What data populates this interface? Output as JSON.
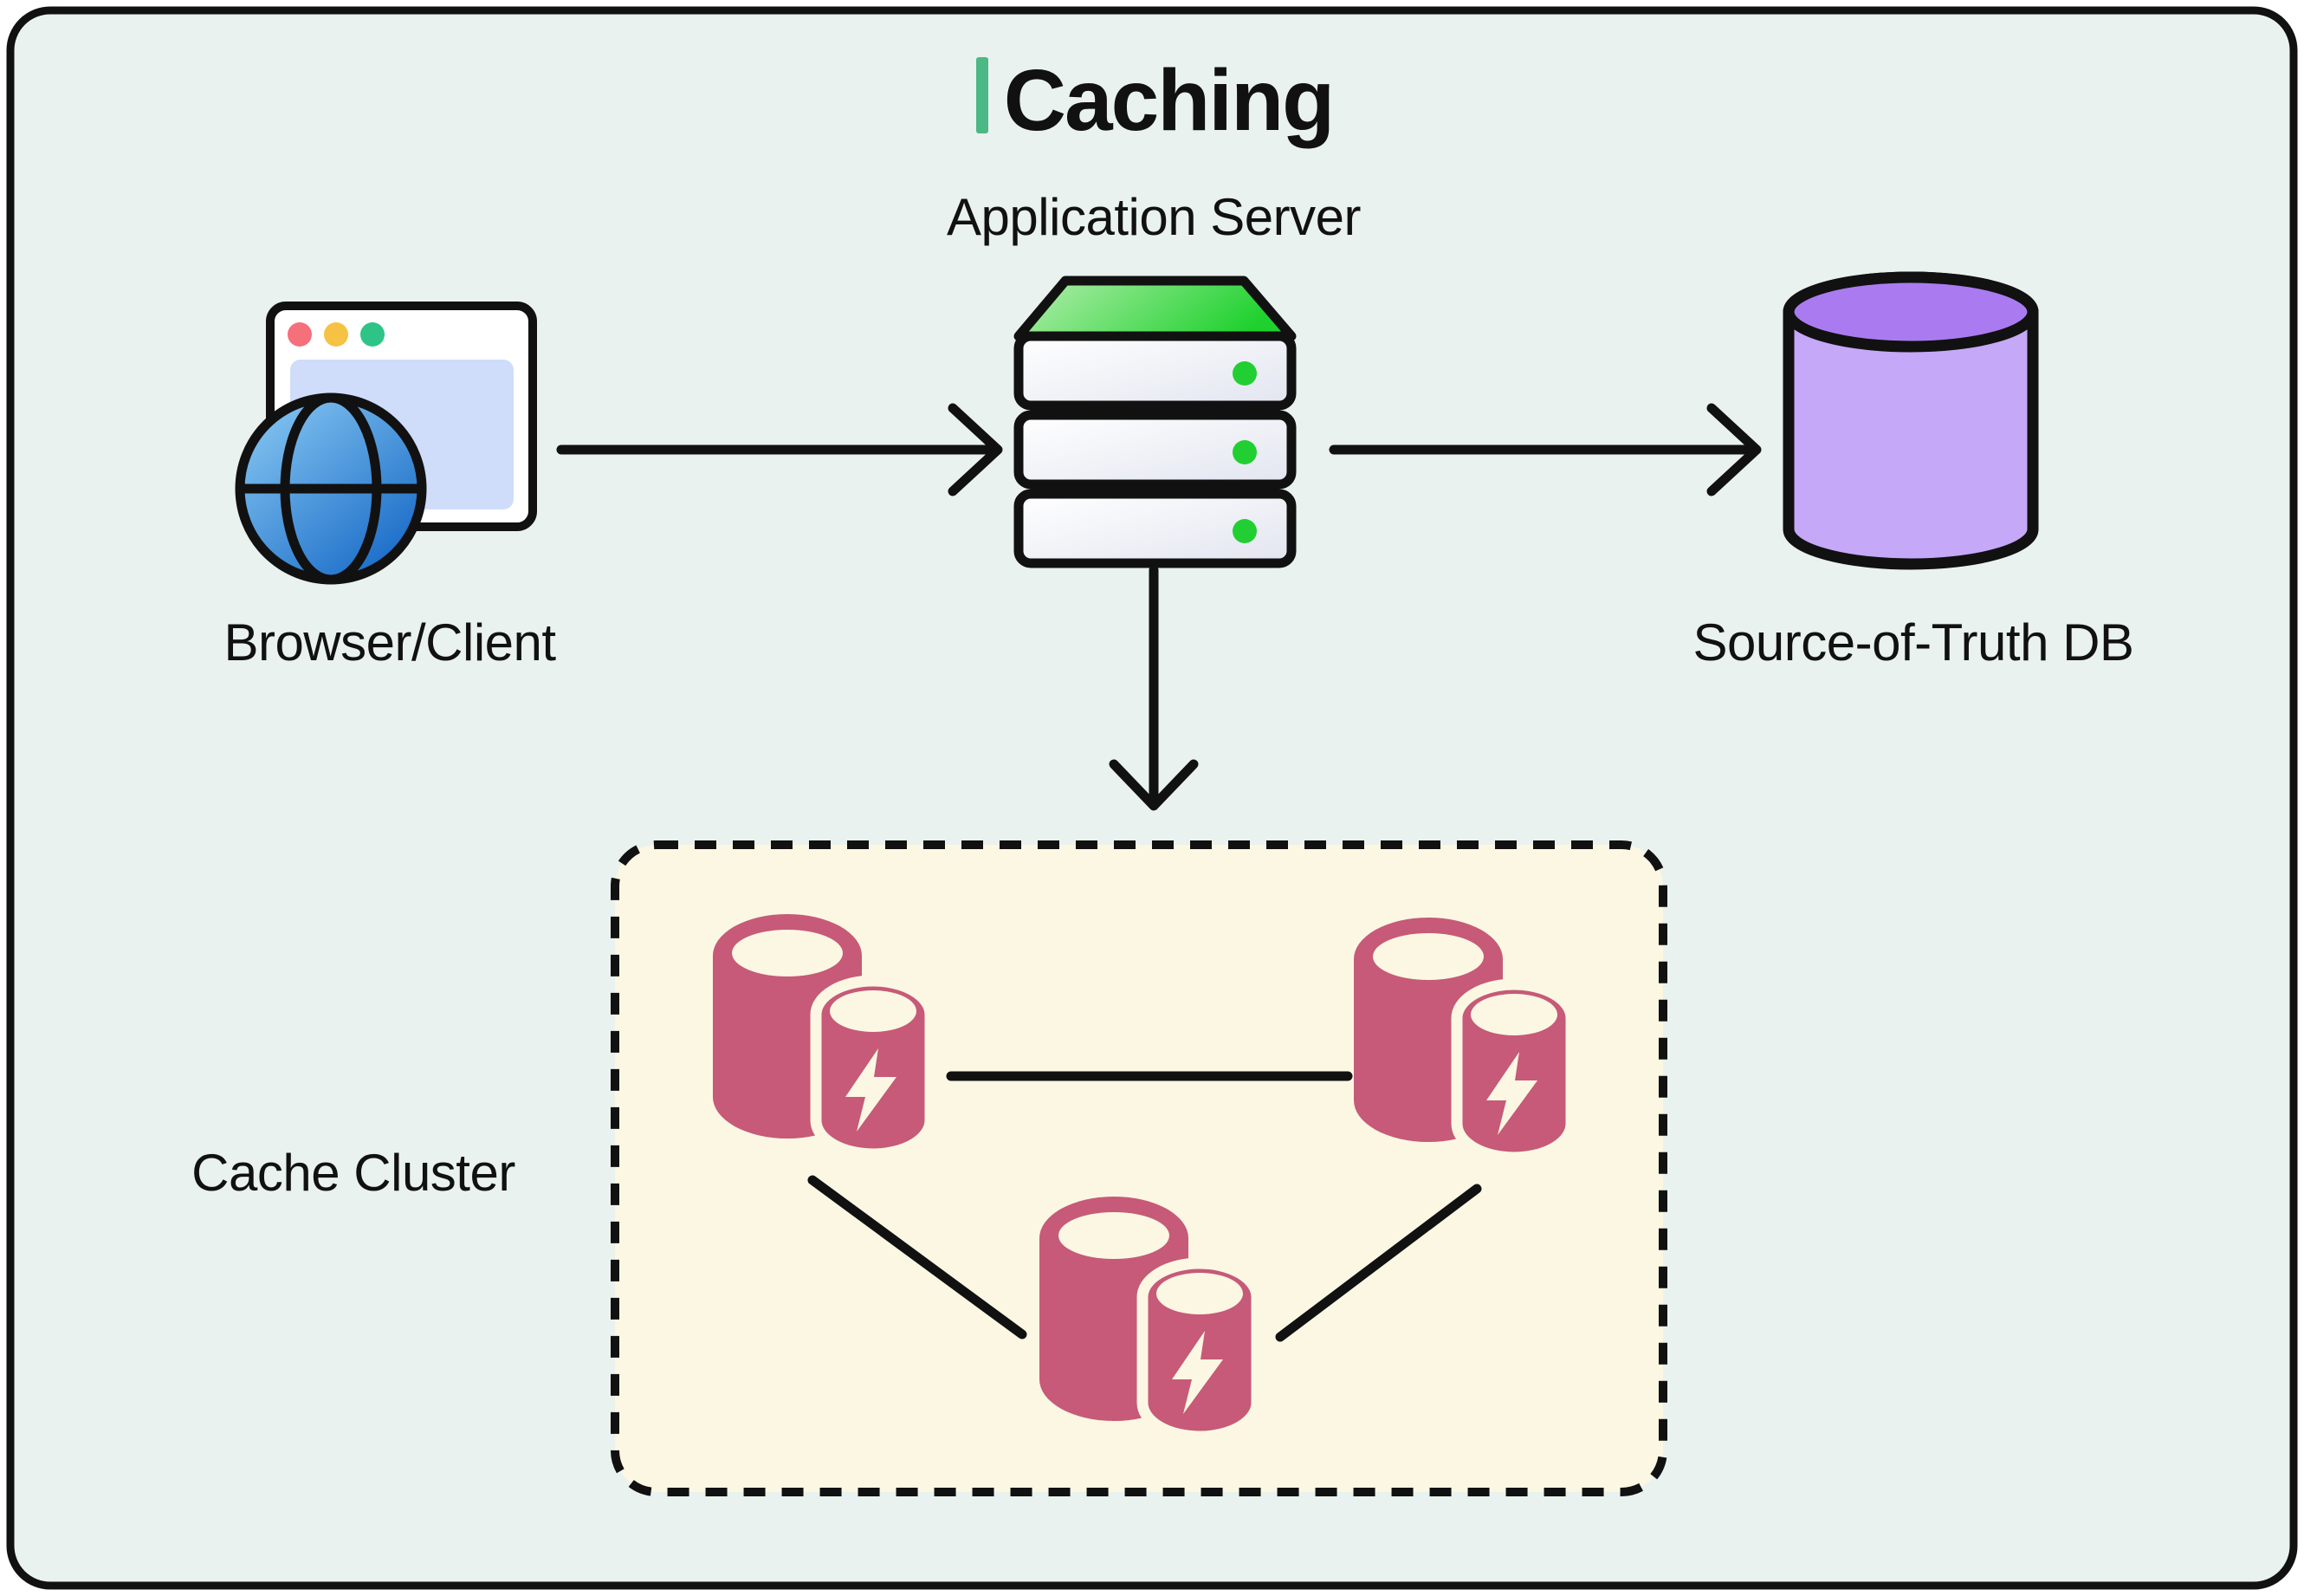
{
  "diagram": {
    "title": "Caching",
    "labels": {
      "app_server": "Application Server",
      "browser": "Browser/Client",
      "source_db": "Source-of-Truth DB",
      "cache_cluster": "Cache Cluster"
    },
    "nodes": [
      {
        "id": "browser",
        "label": "Browser/Client",
        "icon": "browser-globe-icon"
      },
      {
        "id": "app_server",
        "label": "Application Server",
        "icon": "server-stack-icon"
      },
      {
        "id": "source_db",
        "label": "Source-of-Truth DB",
        "icon": "database-cylinder-icon"
      },
      {
        "id": "cache_cluster",
        "label": "Cache Cluster",
        "icon": "cache-node-icon",
        "cache_node_count": 3
      }
    ],
    "edges": [
      {
        "from": "browser",
        "to": "app_server",
        "style": "arrow"
      },
      {
        "from": "app_server",
        "to": "source_db",
        "style": "arrow"
      },
      {
        "from": "app_server",
        "to": "cache_cluster",
        "style": "arrow"
      },
      {
        "from": "cache-node-1",
        "to": "cache-node-2",
        "style": "line"
      },
      {
        "from": "cache-node-1",
        "to": "cache-node-3",
        "style": "line"
      },
      {
        "from": "cache-node-2",
        "to": "cache-node-3",
        "style": "line"
      }
    ]
  },
  "colors": {
    "background_mint": "#e9f2ee",
    "panel_cream": "#fbf7e2",
    "accent_green": "#4cb885",
    "server_top_green": "#1fd12f",
    "server_top_green_light": "#b6eeae",
    "led_green": "#22cf32",
    "cache_pink": "#c65a78",
    "db_purple_body": "#c5a8f7",
    "db_purple_top": "#aa7bf0",
    "globe_blue_dark": "#1467c6",
    "globe_blue_light": "#8ecdf4",
    "browser_content_blue": "#cfddfb",
    "traffic_dot_red": "#f5707b",
    "traffic_dot_yellow": "#f6c243",
    "traffic_dot_green": "#2ec487",
    "outline_black": "#111111"
  }
}
